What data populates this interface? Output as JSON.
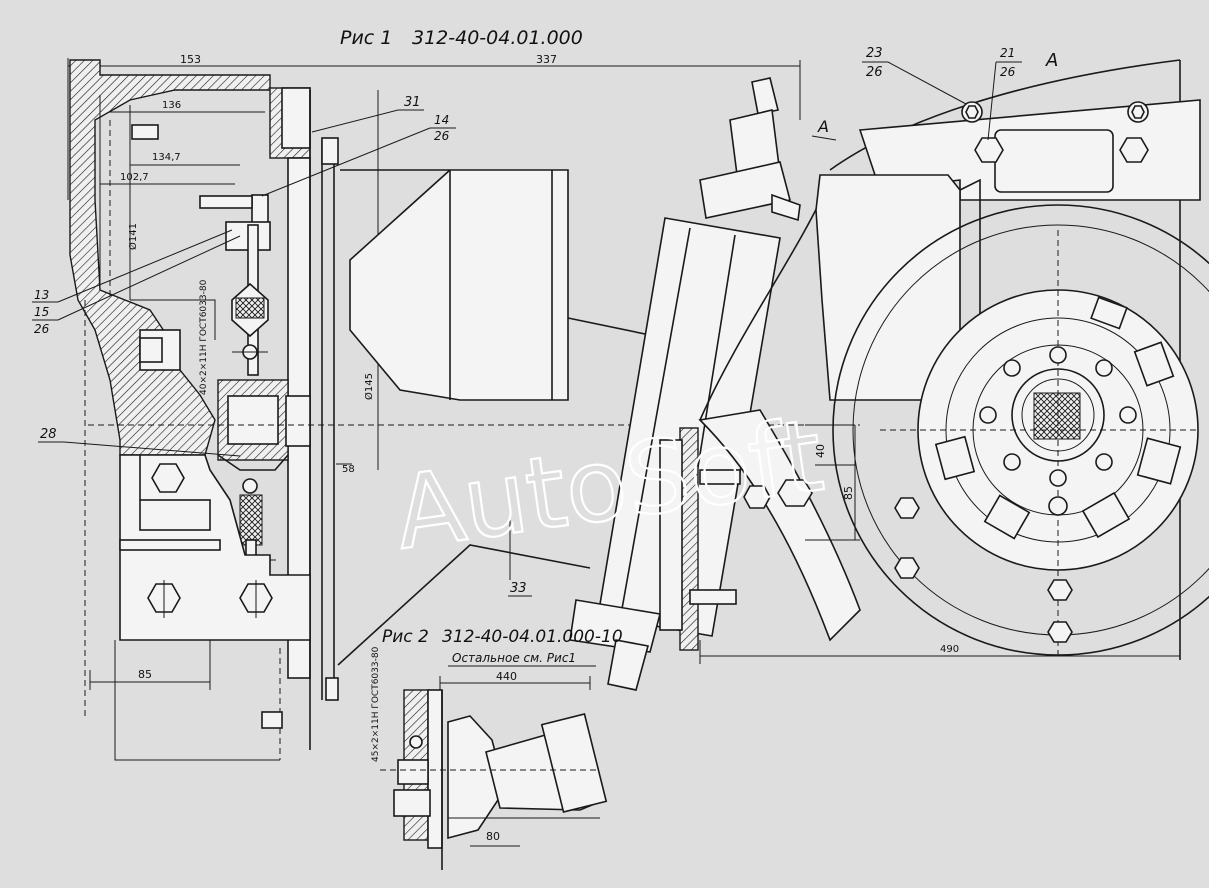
{
  "fig1": {
    "label": "Рис 1",
    "code": "312-40-04.01.000"
  },
  "fig2": {
    "label": "Рис 2",
    "code": "312-40-04.01.000-10",
    "note": "Остальное см. Рис1"
  },
  "view_label": "А",
  "view_arrow_label": "А",
  "dimensions": {
    "d153": "153",
    "d337": "337",
    "d136": "136",
    "d1347": "134,7",
    "d1027": "102,7",
    "d1411": "Ø141",
    "d1451": "Ø145",
    "d58": "58",
    "d85_left": "85",
    "d40": "40",
    "d85_right": "85",
    "d490": "490",
    "d440": "440",
    "d80": "80"
  },
  "spline_note_1": "40×2×11Н ГОСТ6033-80",
  "spline_note_2": "45×2×11Н ГОСТ6033-80",
  "callouts": {
    "c31": "31",
    "c14": "14",
    "c26a": "26",
    "c13": "13",
    "c15": "15",
    "c26b": "26",
    "c28": "28",
    "c33": "33",
    "c23": "23",
    "c26c": "26",
    "c21": "21",
    "c26d": "26"
  },
  "watermark": "AutoSoft"
}
